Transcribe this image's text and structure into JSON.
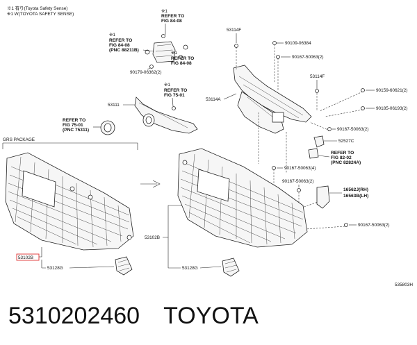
{
  "notes": {
    "line1": "※1 有り(Toyota Safety Sense)",
    "line2": "※1 W(TOYOTA SAFETY SENSE)"
  },
  "grs_package": "GRS PACKAGE",
  "callouts": [
    {
      "id": "c1",
      "text": "※1"
    },
    {
      "id": "c2",
      "text": "REFER TO"
    },
    {
      "id": "c3",
      "text": "FIG 84-08"
    },
    {
      "id": "c4",
      "text": "※1"
    },
    {
      "id": "c5",
      "text": "REFER TO"
    },
    {
      "id": "c6",
      "text": "FIG 84-08"
    },
    {
      "id": "c7",
      "text": "(PNC 88211B)"
    },
    {
      "id": "c8",
      "text": "※1"
    },
    {
      "id": "c9",
      "text": "REFER TO"
    },
    {
      "id": "c10",
      "text": "FIG 84-08"
    },
    {
      "id": "c11",
      "text": "90179-06362(2)"
    },
    {
      "id": "c12",
      "text": "※1"
    },
    {
      "id": "c13",
      "text": "REFER TO"
    },
    {
      "id": "c14",
      "text": "FIG 75-01"
    },
    {
      "id": "c15",
      "text": "53111"
    },
    {
      "id": "c16",
      "text": "REFER TO"
    },
    {
      "id": "c17",
      "text": "FIG 75-01"
    },
    {
      "id": "c18",
      "text": "(PNC 75311)"
    },
    {
      "id": "c19",
      "text": "53114F"
    },
    {
      "id": "c20",
      "text": "90109-06384"
    },
    {
      "id": "c21",
      "text": "90167-50063(2)"
    },
    {
      "id": "c22",
      "text": "53114F"
    },
    {
      "id": "c23",
      "text": "53114A"
    },
    {
      "id": "c24",
      "text": "90159-60621(2)"
    },
    {
      "id": "c25",
      "text": "90185-06193(2)"
    },
    {
      "id": "c26",
      "text": "90167-50063(2)"
    },
    {
      "id": "c27",
      "text": "52527C"
    },
    {
      "id": "c28",
      "text": "REFER TO"
    },
    {
      "id": "c29",
      "text": "FIG 82-02"
    },
    {
      "id": "c30",
      "text": "(PNC 82824A)"
    },
    {
      "id": "c31",
      "text": "90167-50063(4)"
    },
    {
      "id": "c32",
      "text": "90167-50063(2)"
    },
    {
      "id": "c33",
      "text": "16562J(RH)"
    },
    {
      "id": "c34",
      "text": "16563B(LH)"
    },
    {
      "id": "c35",
      "text": "90167-50063(2)"
    },
    {
      "id": "c36",
      "text": "53102B"
    },
    {
      "id": "c37",
      "text": "53128G"
    },
    {
      "id": "c38",
      "text": "53102B"
    },
    {
      "id": "c39",
      "text": "53128G"
    },
    {
      "id": "c40",
      "text": "535803H"
    }
  ],
  "footer": {
    "part_number": "5310202460",
    "brand": "TOYOTA"
  },
  "colors": {
    "line": "#222222",
    "highlight_box": "#e03030"
  }
}
